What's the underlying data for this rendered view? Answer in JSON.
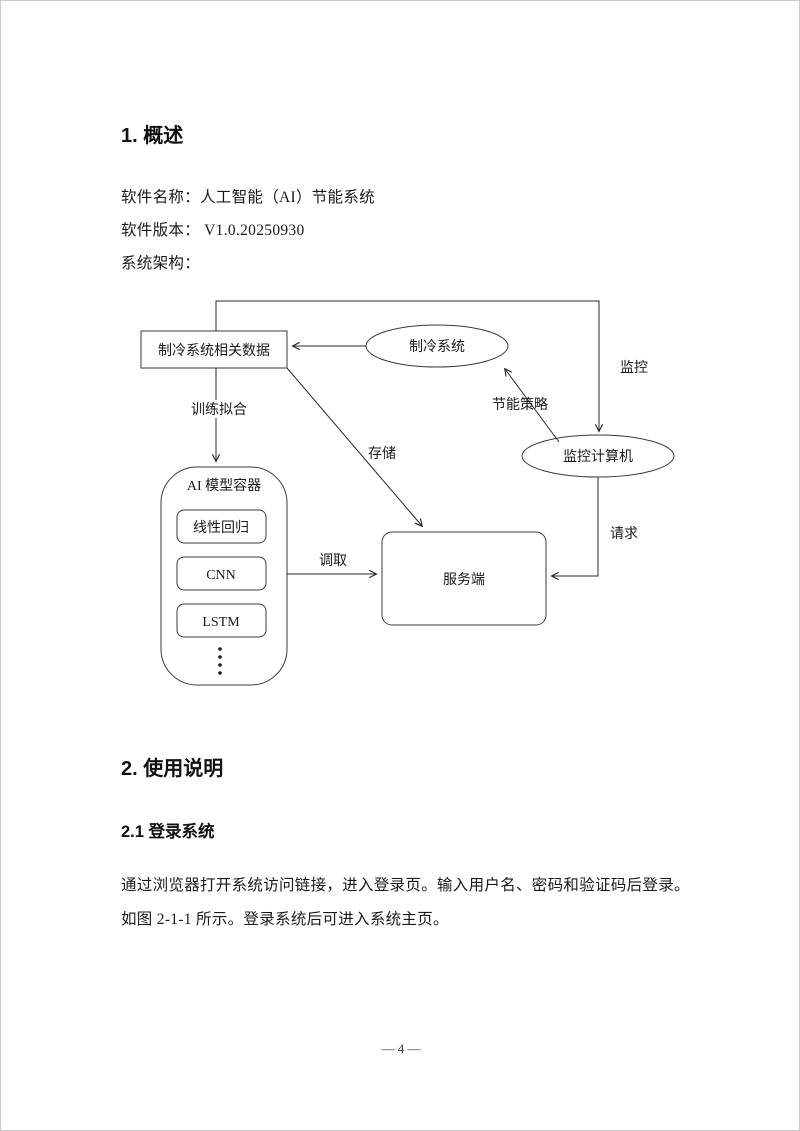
{
  "page": {
    "number": "— 4 —"
  },
  "overview": {
    "heading": "1. 概述",
    "software_name": "软件名称：人工智能（AI）节能系统",
    "software_version": "软件版本： V1.0.20250930",
    "architecture_label": "系统架构："
  },
  "usage": {
    "heading": "2. 使用说明",
    "login_heading": "2.1 登录系统",
    "para_line1": "通过浏览器打开系统访问链接，进入登录页。输入用户名、密码和验证码后登录。",
    "para_line2": "如图 2-1-1 所示。登录系统后可进入系统主页。"
  },
  "diagram": {
    "nodes": {
      "data_box": "制冷系统相关数据",
      "cooling_system": "制冷系统",
      "monitor_computer": "监控计算机",
      "ai_container": "AI 模型容器",
      "model_linear": "线性回归",
      "model_cnn": "CNN",
      "model_lstm": "LSTM",
      "server": "服务端"
    },
    "edges": {
      "monitor": "监控",
      "strategy": "节能策略",
      "train": "训练拟合",
      "store": "存储",
      "fetch": "调取",
      "request": "请求"
    }
  }
}
